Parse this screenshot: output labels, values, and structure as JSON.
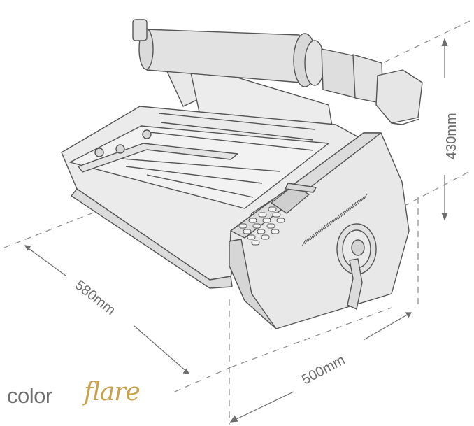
{
  "dimensions": {
    "height": "430mm",
    "depth": "580mm",
    "width": "500mm"
  },
  "brand": {
    "part1": "color",
    "part2": "flare"
  },
  "colors": {
    "outline": "#555555",
    "body_fill": "#e6e6e6",
    "dim_line": "#6d6d6d",
    "brand_gray": "#6f6f6f",
    "brand_gold": "#c8a14a"
  }
}
